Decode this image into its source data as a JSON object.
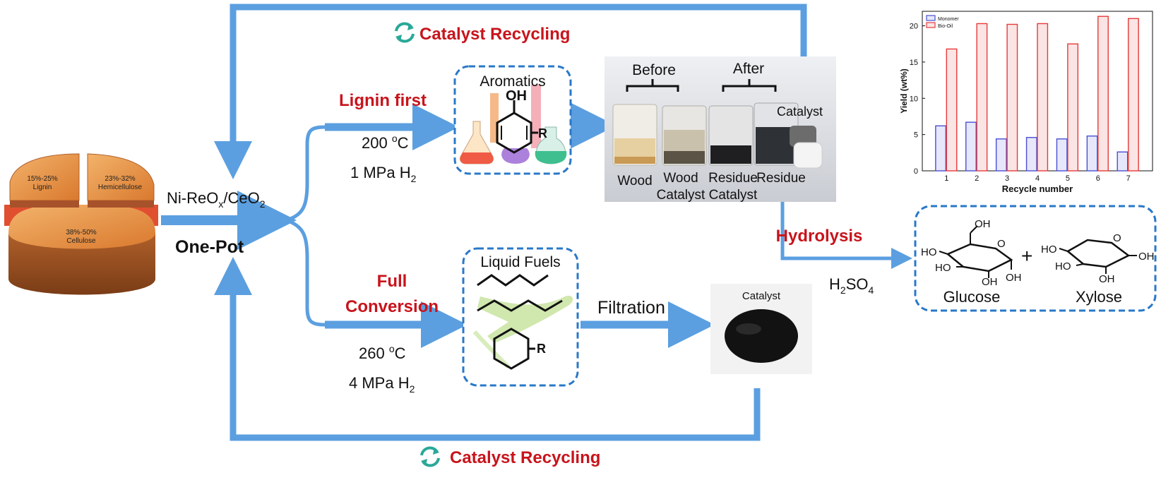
{
  "biomass": {
    "lignin_range": "15%-25%",
    "lignin_label": "Lignin",
    "hemicellulose_range": "23%-32%",
    "hemicellulose_label": "Hemicellulose",
    "cellulose_range": "38%-50%",
    "cellulose_label": "Cellulose"
  },
  "catalyst": {
    "base": "Ni-ReO",
    "sub": "x",
    "rest": "/CeO",
    "sub2": "2",
    "process": "One-Pot"
  },
  "recycling": {
    "top_label": "Catalyst Recycling",
    "bottom_label": "Catalyst Recycling"
  },
  "lignin_first": {
    "title": "Lignin first",
    "temperature": "200 ",
    "temp_sup": "o",
    "temp_unit": "C",
    "pressure": "1 MPa H",
    "pressure_sub": "2",
    "box_title": "Aromatics",
    "oh": "OH",
    "r": "R"
  },
  "full_conversion": {
    "title_line1": "Full",
    "title_line2": "Conversion",
    "temperature": "260 ",
    "temp_sup": "o",
    "temp_unit": "C",
    "pressure": "4 MPa H",
    "pressure_sub": "2",
    "box_title": "Liquid Fuels",
    "r": "R",
    "filtration": "Filtration",
    "catalyst_photo_label": "Catalyst"
  },
  "photo": {
    "before": "Before",
    "after": "After",
    "catalyst": "Catalyst",
    "wood": "Wood",
    "wood_catalyst_1": "Wood",
    "wood_catalyst_2": "Catalyst",
    "residue_catalyst_1": "Residue",
    "residue_catalyst_2": "Catalyst",
    "residue": "Residue"
  },
  "hydrolysis": {
    "title": "Hydrolysis",
    "acid_h": "H",
    "acid_sub1": "2",
    "acid_so": "SO",
    "acid_sub2": "4",
    "plus": "+",
    "glucose": "Glucose",
    "xylose": "Xylose",
    "oh": "OH",
    "ho": "HO",
    "o": "O"
  },
  "chart_data": {
    "type": "bar",
    "categories": [
      "1",
      "2",
      "3",
      "4",
      "5",
      "6",
      "7"
    ],
    "series": [
      {
        "name": "Monomer",
        "values": [
          6.2,
          6.7,
          4.4,
          4.6,
          4.4,
          4.8,
          2.6
        ],
        "color": "#4a4fd1"
      },
      {
        "name": "Bio-Oil",
        "values": [
          16.8,
          20.3,
          20.2,
          20.3,
          17.5,
          21.3,
          21.0
        ],
        "color": "#e63a3a"
      }
    ],
    "xlabel": "Recycle number",
    "ylabel": "Yield (wt%)",
    "ylim": [
      0,
      22
    ],
    "yticks": [
      "0",
      "5",
      "10",
      "15",
      "20"
    ],
    "legend": "top-left"
  },
  "colors": {
    "arrow": "#5b9fe0",
    "box_border": "#2a78c8",
    "red_text": "#c8141c"
  }
}
